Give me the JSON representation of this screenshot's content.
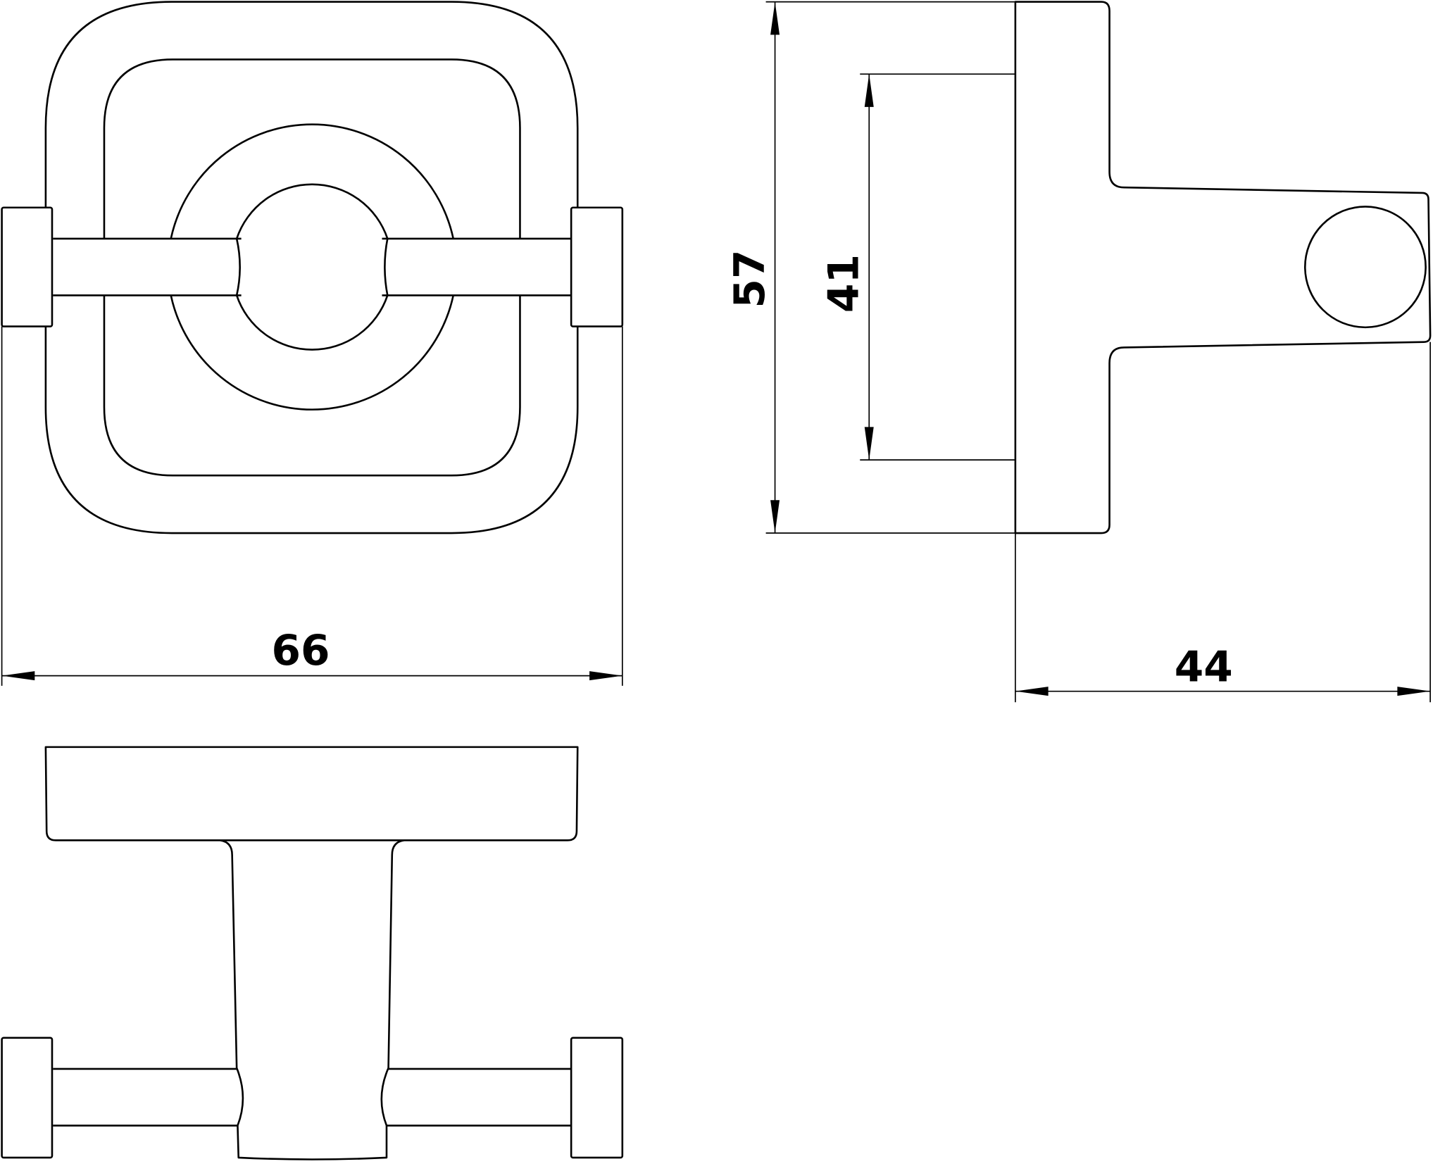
{
  "drawing": {
    "dimensions": {
      "width_front": "66",
      "height_total": "57",
      "height_plate_inner": "41",
      "depth": "44"
    },
    "line_color": "#000000",
    "background_color": "#ffffff"
  }
}
